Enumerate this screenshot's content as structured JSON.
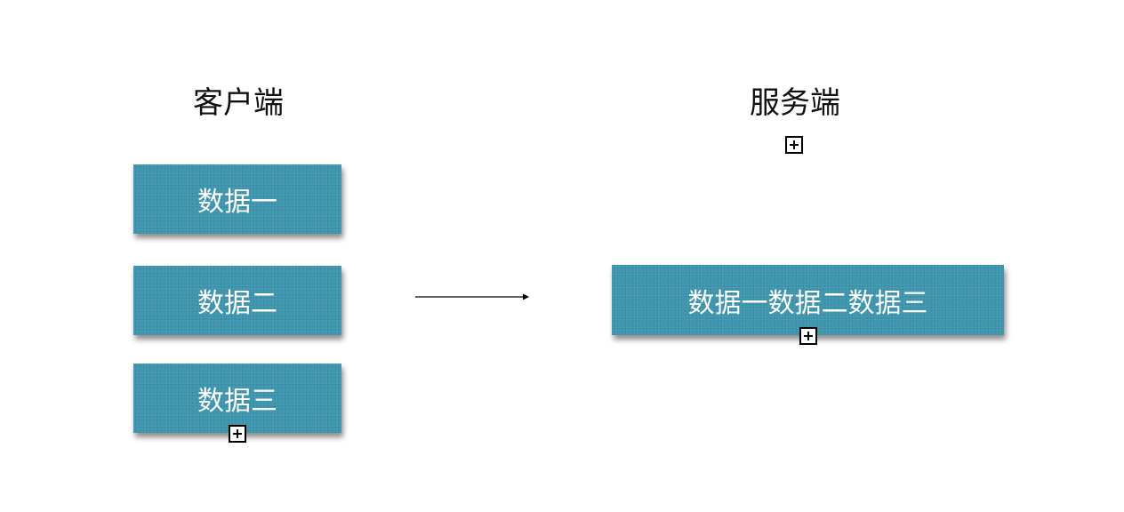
{
  "client": {
    "title": "客户端",
    "packets": [
      {
        "label": "数据一"
      },
      {
        "label": "数据二"
      },
      {
        "label": "数据三"
      }
    ]
  },
  "server": {
    "title": "服务端",
    "merged_label": "数据一数据二数据三"
  },
  "colors": {
    "box_fill": "#3a93ad",
    "box_text": "#ffffff",
    "title_text": "#111111",
    "arrow": "#000000"
  },
  "icons": [
    "expand-square-icon",
    "arrow-right-icon"
  ]
}
